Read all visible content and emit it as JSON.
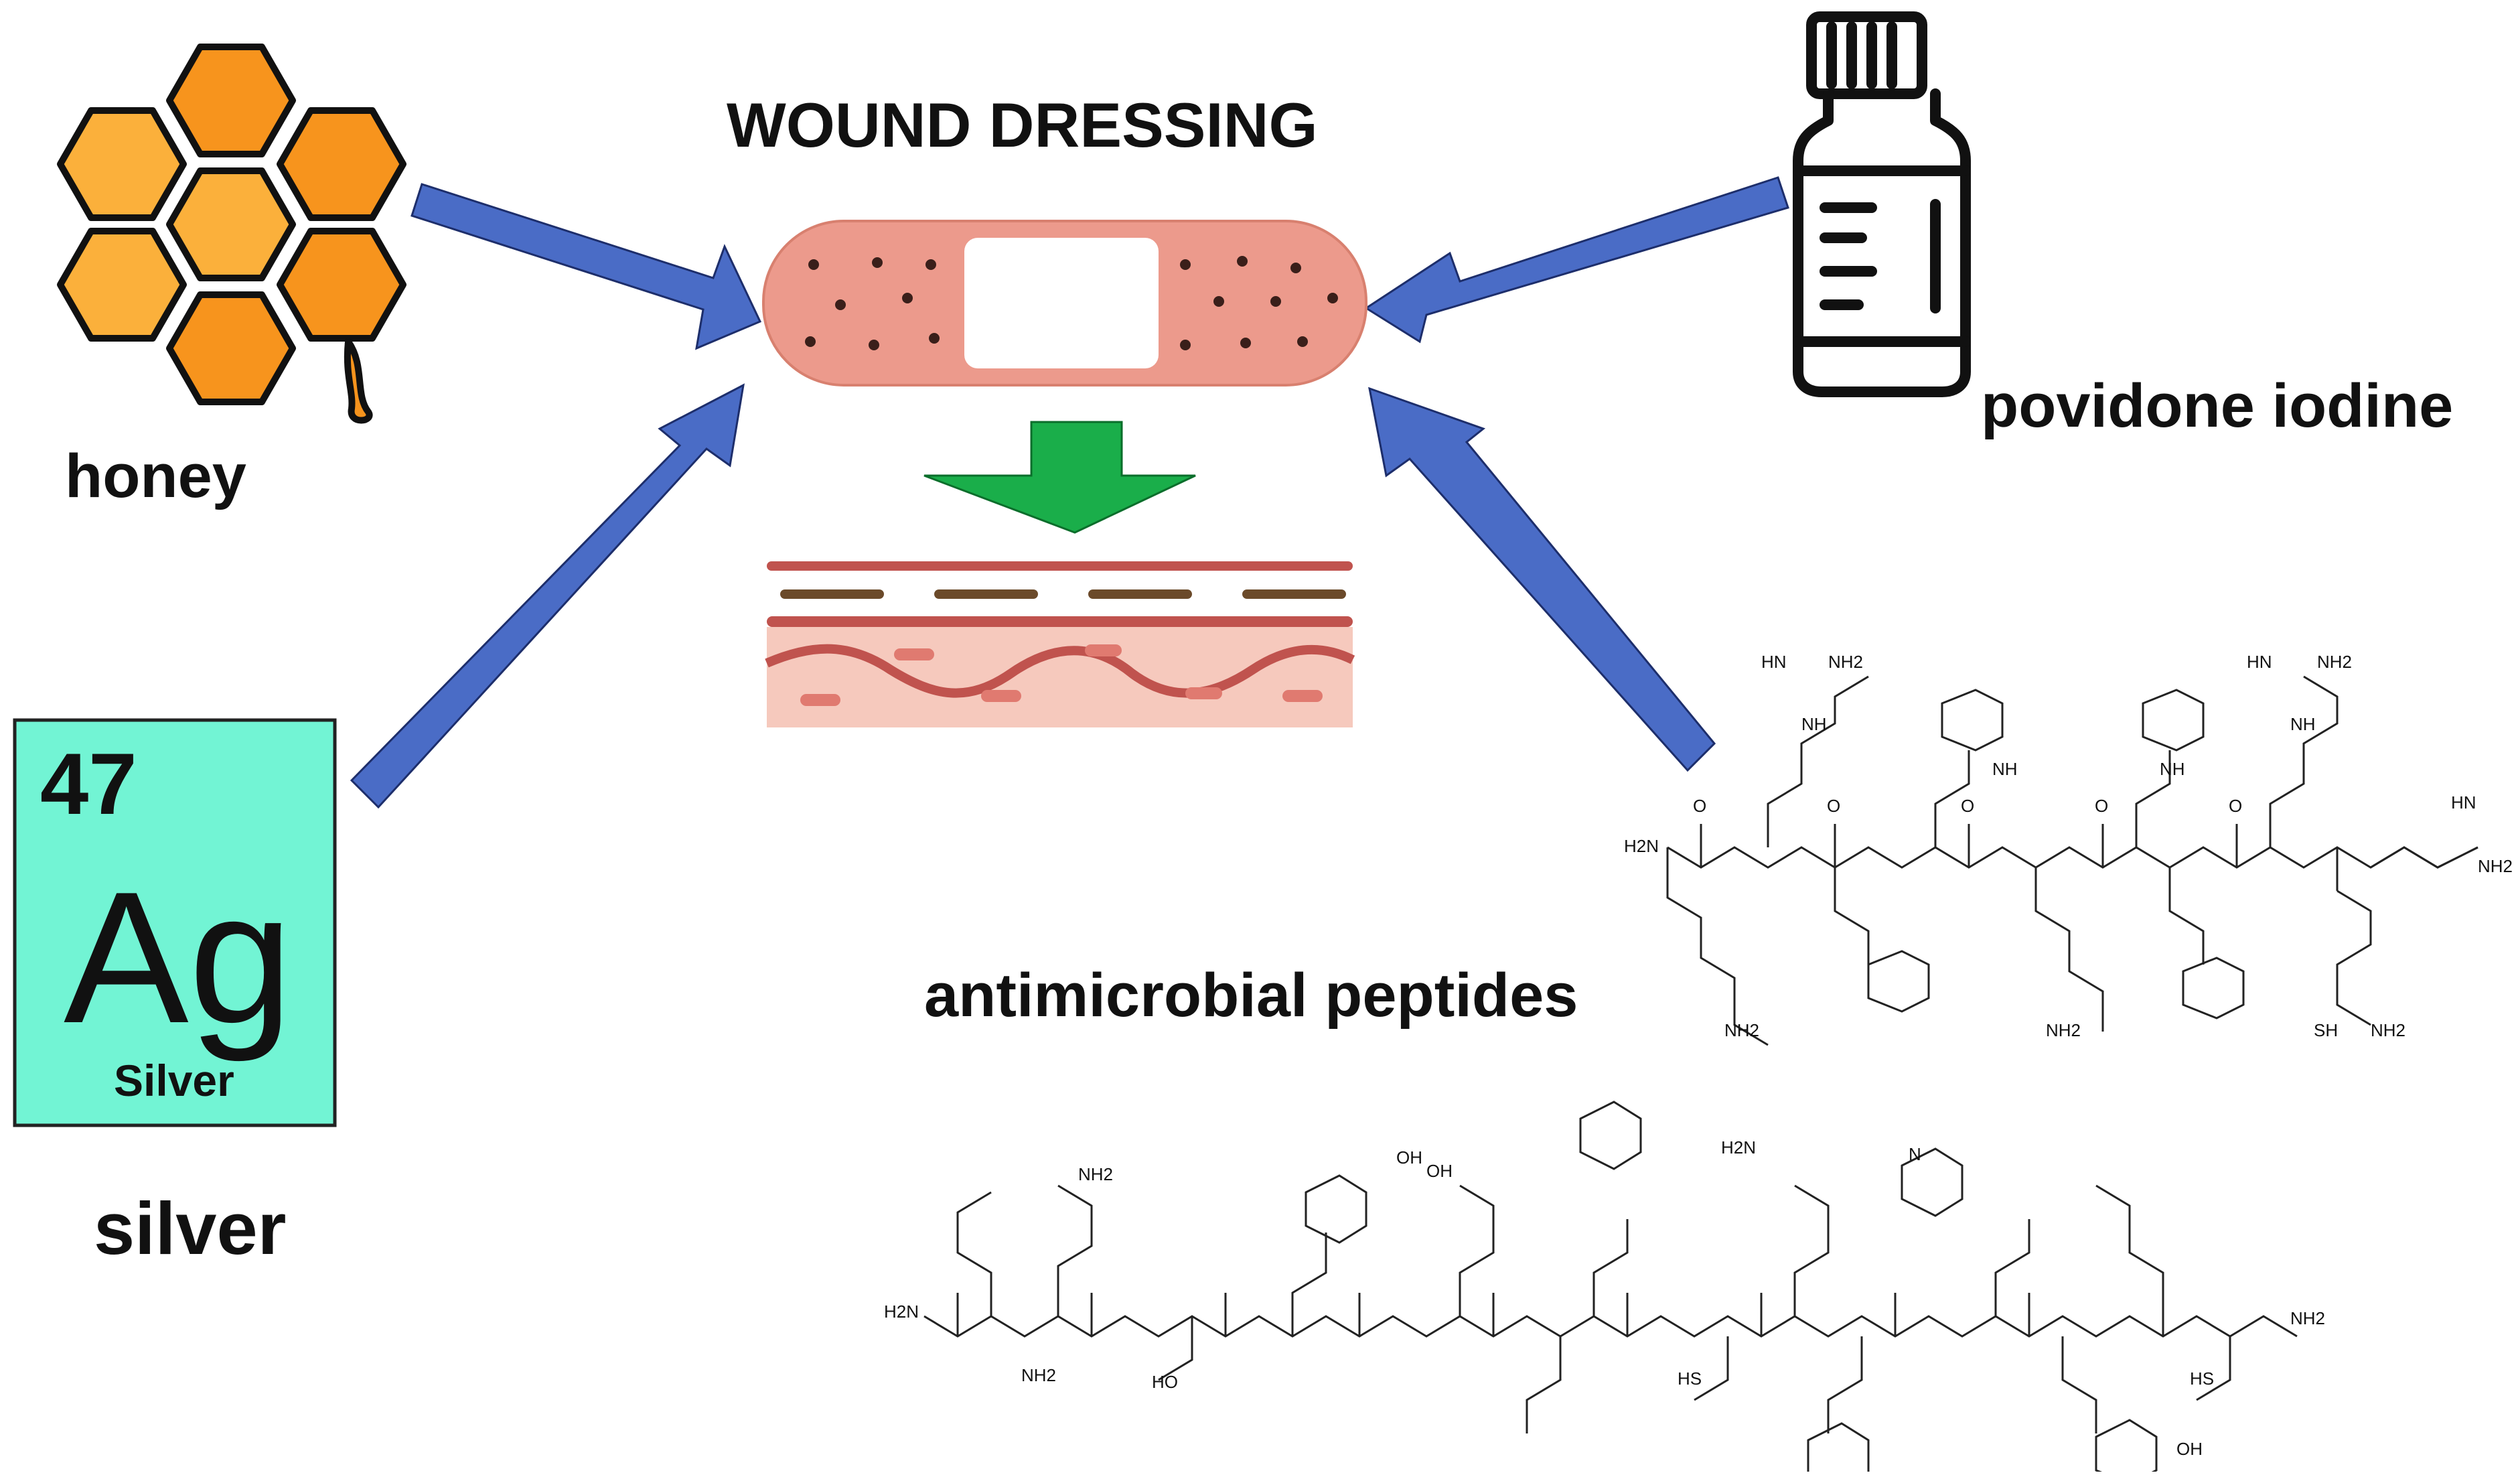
{
  "title": "WOUND DRESSING",
  "labels": {
    "honey": "honey",
    "silver": "silver",
    "povidone_iodine": "povidone iodine",
    "antimicrobial_peptides": "antimicrobial peptides"
  },
  "element_tile": {
    "number": "47",
    "symbol": "Ag",
    "name": "Silver"
  },
  "molecule_labels": [
    "HN",
    "NH2",
    "NH",
    "H2N",
    "O",
    "OH",
    "HO",
    "SH",
    "HS",
    "N"
  ],
  "colors": {
    "arrow_blue": "#4a6cc6",
    "arrow_green": "#1aae4a",
    "bandage": "#ec9a8c",
    "silver_tile": "#72f4d4",
    "honey_orange": "#f7941d",
    "honey_light": "#fbb03b",
    "skin_dark": "#c0534e",
    "skin_light": "#f6c9bd"
  },
  "icons": [
    "honeycomb-icon",
    "bandage-icon",
    "medicine-bottle-icon",
    "skin-layers-icon"
  ]
}
